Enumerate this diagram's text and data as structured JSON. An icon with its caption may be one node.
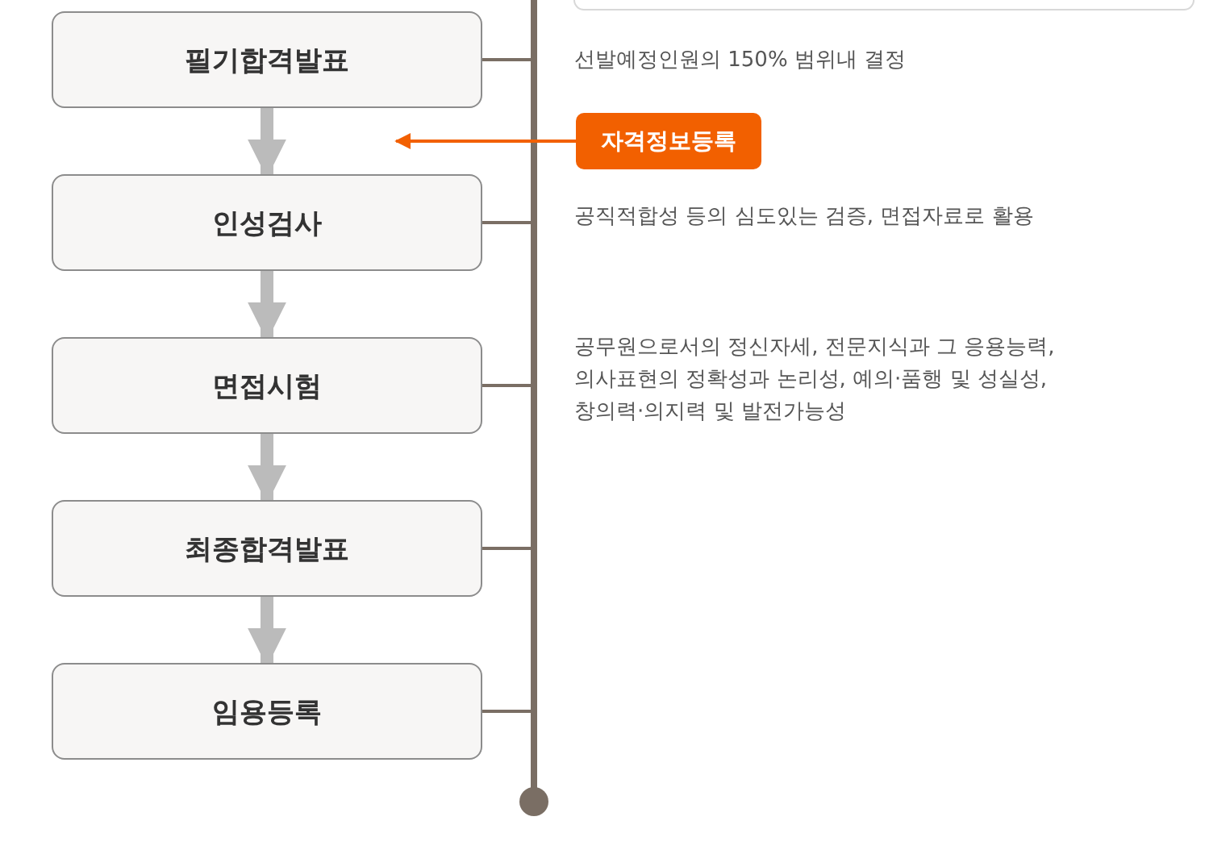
{
  "diagram": {
    "nodes": [
      {
        "text": [
          "필기합격발표"
        ]
      },
      {
        "text": [
          "인성검사"
        ]
      },
      {
        "text": [
          "면접시험"
        ]
      },
      {
        "text": [
          "최종합격발표"
        ]
      },
      {
        "text": [
          "임용등록"
        ]
      },
      {
        "text": [
          "자격정보등록"
        ]
      }
    ],
    "edges": [
      {
        "from": 0,
        "to": 1,
        "arrow": "to"
      },
      {
        "from": 1,
        "to": 2,
        "arrow": "to"
      },
      {
        "from": 2,
        "to": 3,
        "arrow": "to"
      },
      {
        "from": 3,
        "to": 4,
        "arrow": "to"
      },
      {
        "from": 5,
        "to": 0,
        "arrow": "to",
        "color": "#f26000"
      }
    ],
    "labels": [
      "선발예정인원의 150% 범위내 결정",
      "공직적합성 등의 심도있는 검증,  면접자료로 활용",
      "공무원으로서의 정신자세, 전문지식과 그 응용능력, 의사표현의 정확성과 논리성, 예의·품행 및 성실성, 창의력·의지력 및 발전가능성"
    ]
  }
}
